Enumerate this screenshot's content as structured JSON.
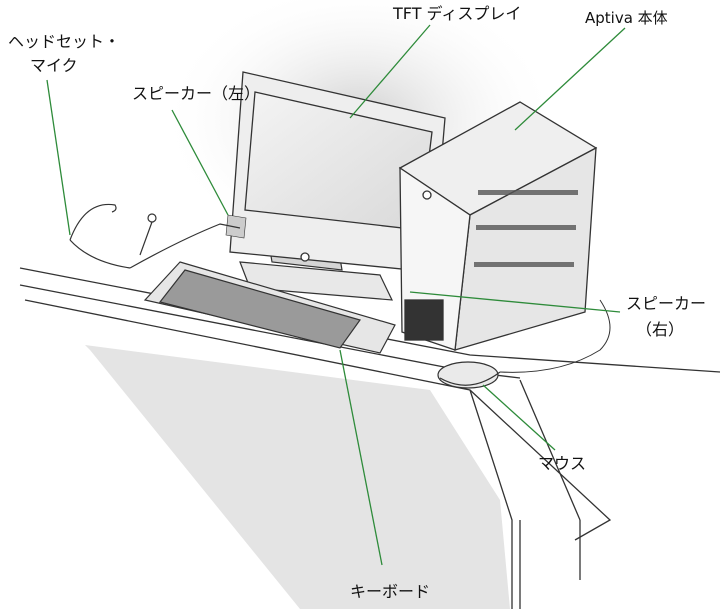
{
  "labels": {
    "headset_line1": "ヘッドセット・",
    "headset_line2": "マイク",
    "monitor": "TFT ディスプレイ",
    "system_unit": "Aptiva 本体",
    "speaker_left": "スピーカー（左）",
    "speaker_right_line1": "スピーカー",
    "speaker_right_line2": "（右）",
    "mouse": "マウス",
    "keyboard": "キーボード"
  },
  "colors": {
    "line": "#2e8b3a",
    "outline": "#333333",
    "shadow": "#dcdcdc"
  }
}
